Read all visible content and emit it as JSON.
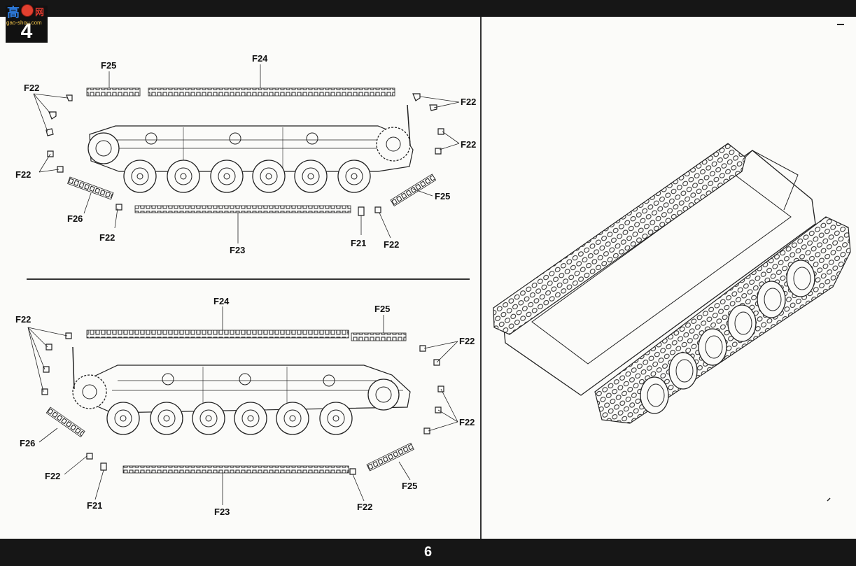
{
  "header": {
    "step_number": "4",
    "logo_glyph": "高",
    "logo_glyph2": "网",
    "logo_url": "gao-shou.com"
  },
  "footer": {
    "page_number": "6"
  },
  "top_view": {
    "labels": {
      "f25_a": "F25",
      "f24": "F24",
      "f22_a": "F22",
      "f22_b": "F22",
      "f22_c": "F22",
      "f22_d": "F22",
      "f22_e": "F22",
      "f22_f": "F22",
      "f25_b": "F25",
      "f26": "F26",
      "f23": "F23",
      "f21": "F21"
    }
  },
  "bottom_view": {
    "labels": {
      "f24": "F24",
      "f25_a": "F25",
      "f22_a": "F22",
      "f22_b": "F22",
      "f22_c": "F22",
      "f22_d": "F22",
      "f22_e": "F22",
      "f26": "F26",
      "f21": "F21",
      "f23": "F23",
      "f25_b": "F25"
    }
  },
  "colors": {
    "bars": "#161616",
    "ink": "#222222",
    "paper": "#fbfbf9"
  }
}
